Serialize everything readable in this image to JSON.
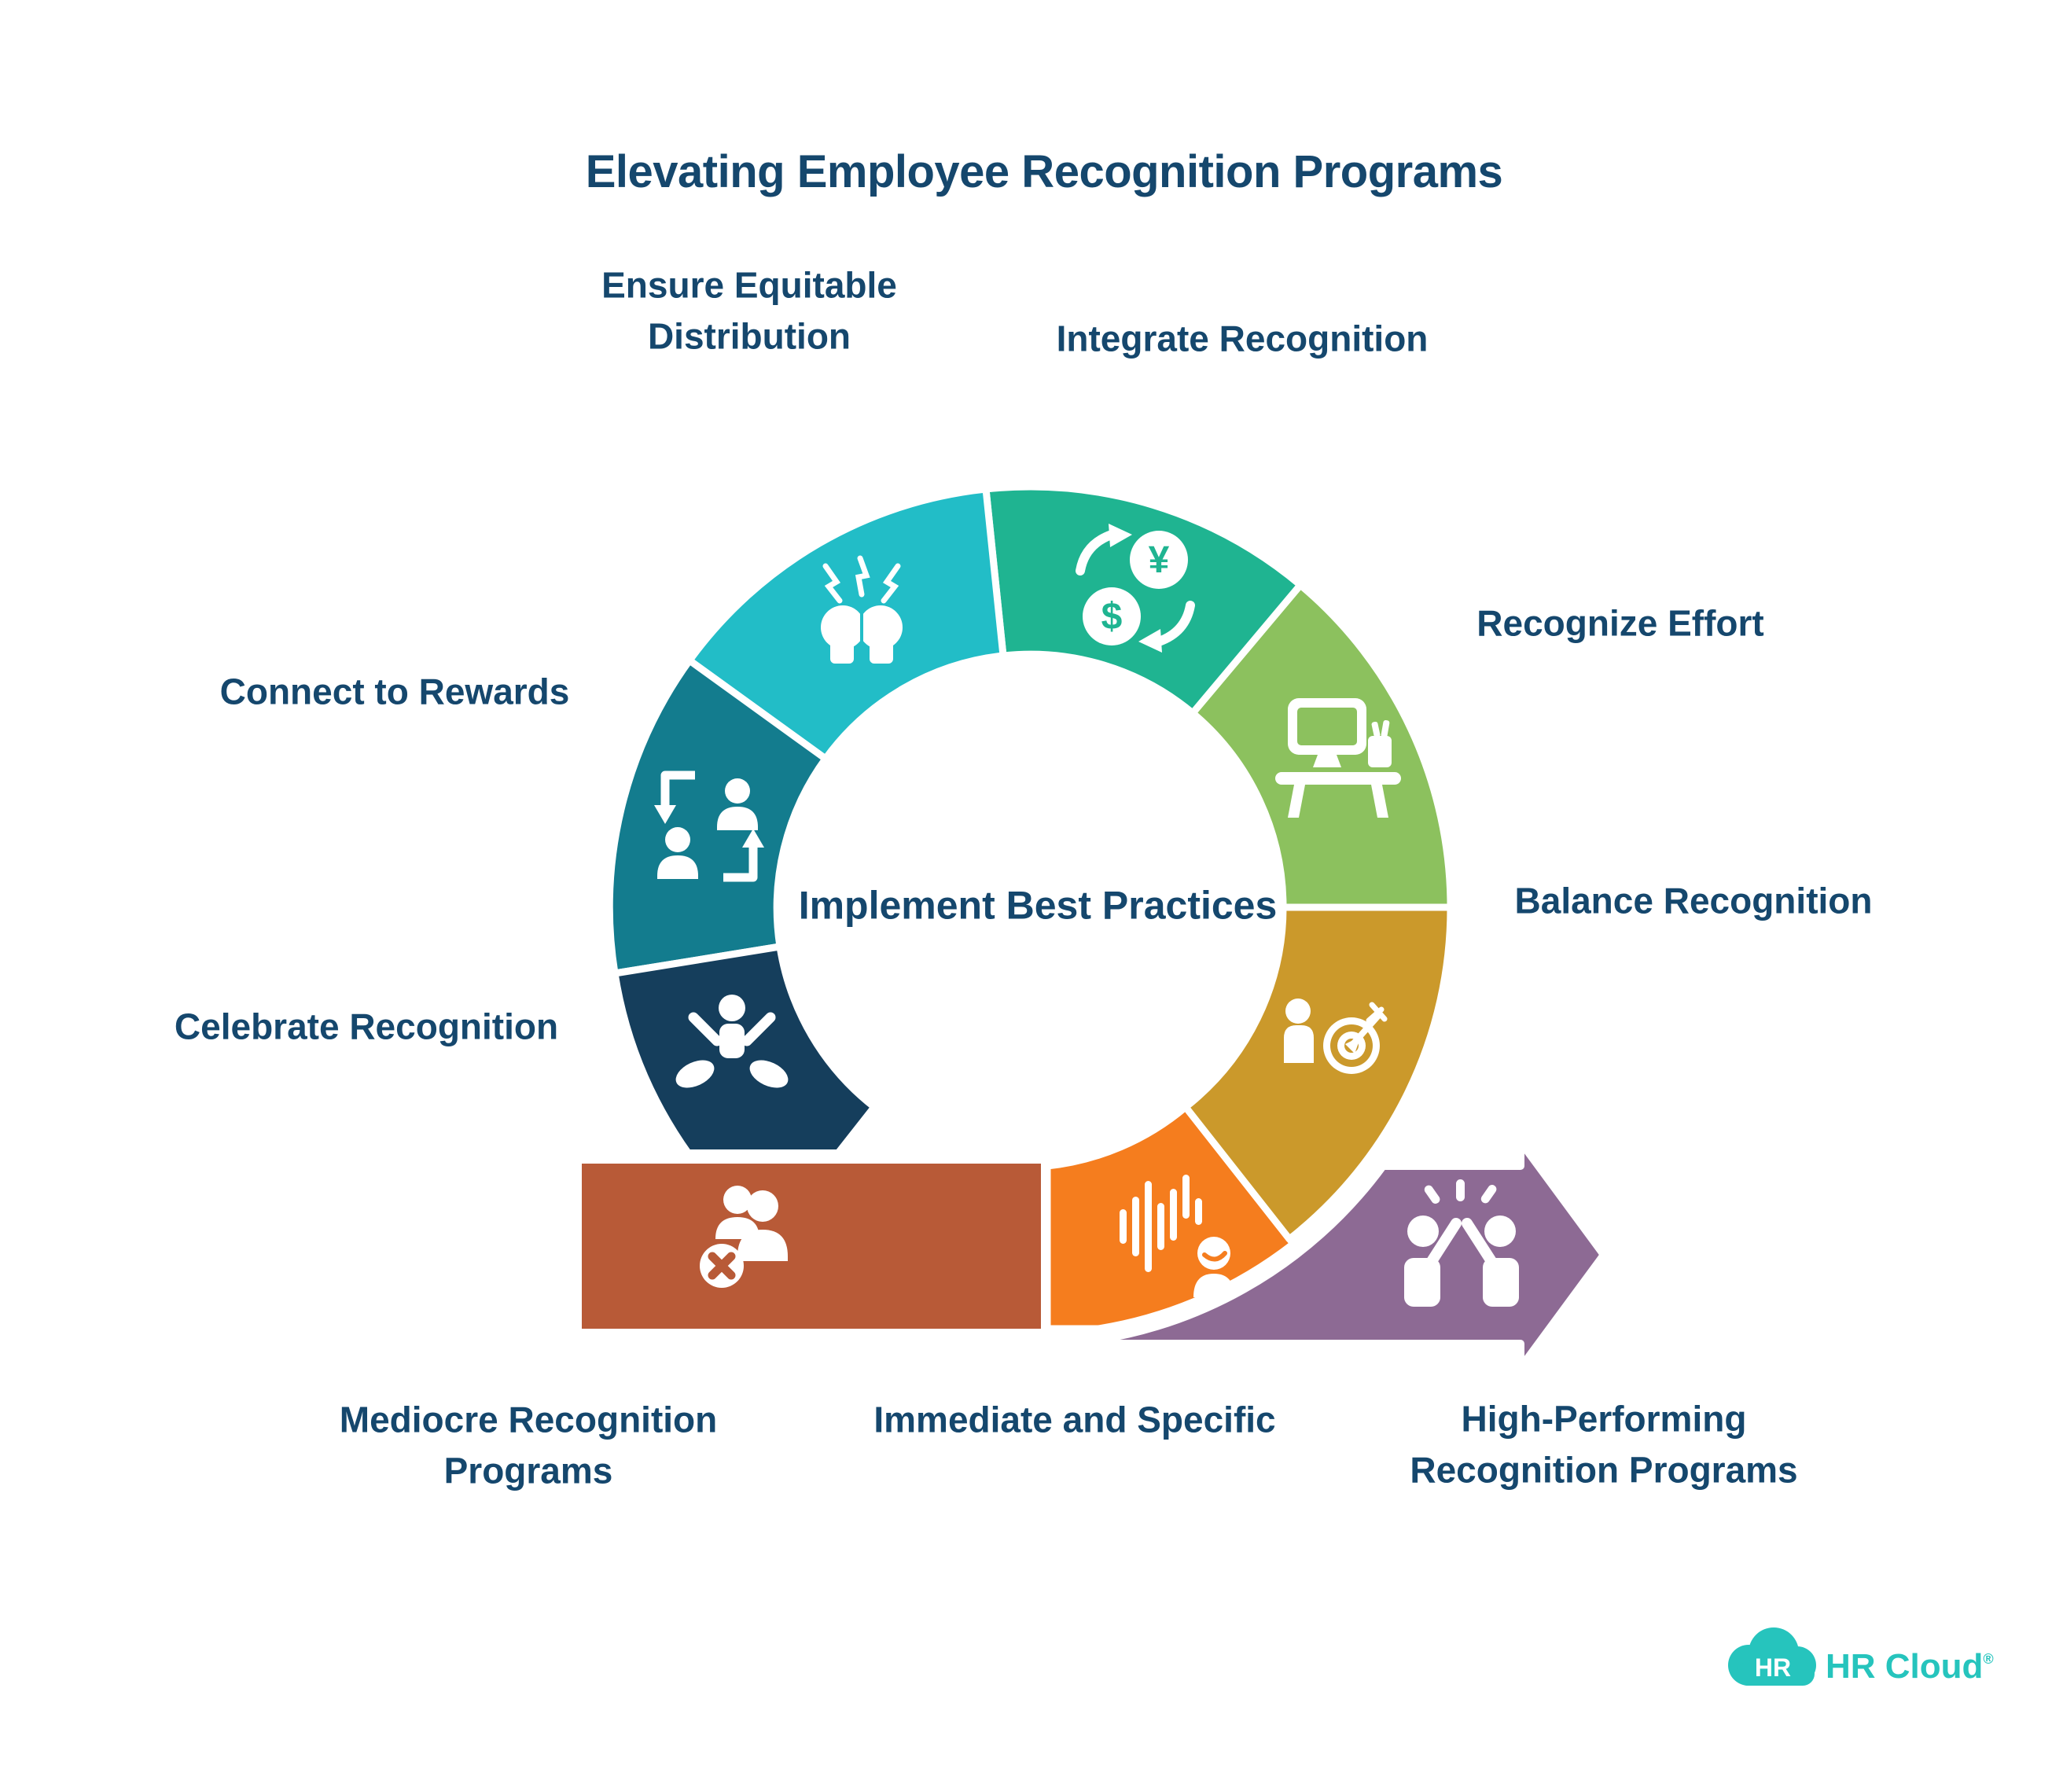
{
  "title": "Elevating Employee Recognition Programs",
  "center_label": "Implement Best Practices",
  "flow": {
    "start_label": "Mediocre Recognition\nPrograms",
    "end_label": "High-Performing\nRecognition Programs",
    "start_color": "#b85a37",
    "end_color": "#8d6a94"
  },
  "segments": [
    {
      "id": "celebrate",
      "label": "Celebrate Recognition",
      "icon": "hands-lifting-person-icon",
      "color": "#153e5c"
    },
    {
      "id": "connect",
      "label": "Connect to Rewards",
      "icon": "people-swap-icon",
      "color": "#137c8e"
    },
    {
      "id": "ensure",
      "label": "Ensure Equitable\nDistribution",
      "icon": "conflict-heads-icon",
      "color": "#22bdc7"
    },
    {
      "id": "integrate",
      "label": "Integrate Recognition",
      "icon": "currency-exchange-icon",
      "color": "#1fb491"
    },
    {
      "id": "recognize",
      "label": "Recognize Effort",
      "icon": "desk-workspace-icon",
      "color": "#8cc15e"
    },
    {
      "id": "balance",
      "label": "Balance Recognition",
      "icon": "person-target-icon",
      "color": "#cb992b"
    },
    {
      "id": "immediate",
      "label": "Immediate and Specific",
      "icon": "voice-feedback-icon",
      "color": "#f57d1e"
    }
  ],
  "icon_glyphs": {
    "currency_yen": "¥",
    "currency_dollar": "$"
  },
  "colors": {
    "background": "#ffffff",
    "text": "#15476d",
    "icon": "#ffffff"
  },
  "logo": {
    "badge": "HR",
    "name": "HR Cloud",
    "registered": "®",
    "color": "#26c4bd"
  }
}
